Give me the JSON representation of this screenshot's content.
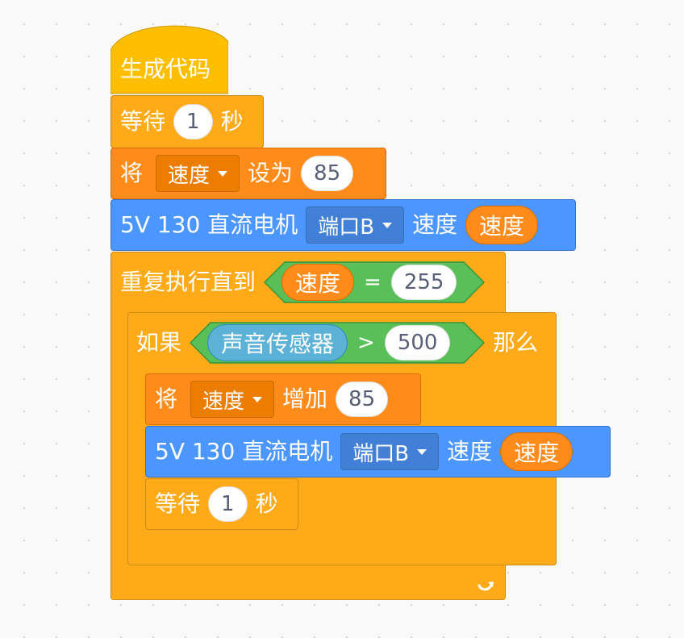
{
  "hat": {
    "label": "生成代码"
  },
  "wait1": {
    "label_pre": "等待",
    "value": "1",
    "label_post": "秒"
  },
  "set_var": {
    "label_pre": "将",
    "variable": "速度",
    "label_mid": "设为",
    "value": "85"
  },
  "motor1": {
    "label": "5V 130 直流电机",
    "port": "端口B",
    "speed_label": "速度",
    "speed_reporter": "速度"
  },
  "repeat_until": {
    "label": "重复执行直到",
    "condition": {
      "left": "速度",
      "op": "=",
      "right": "255"
    }
  },
  "if_block": {
    "label_pre": "如果",
    "condition": {
      "left": "声音传感器",
      "op": ">",
      "right": "500"
    },
    "label_post": "那么"
  },
  "change_var": {
    "label_pre": "将",
    "variable": "速度",
    "label_mid": "增加",
    "value": "85"
  },
  "motor2": {
    "label": "5V 130 直流电机",
    "port": "端口B",
    "speed_label": "速度",
    "speed_reporter": "速度"
  },
  "wait2": {
    "label_pre": "等待",
    "value": "1",
    "label_post": "秒"
  },
  "icons": {
    "loop_arrow": "loop-arrow-icon",
    "dropdown": "dropdown-arrow-icon"
  },
  "colors": {
    "events": "#ffbf00",
    "control": "#ffab19",
    "variables": "#ff8c1a",
    "extension": "#4c97ff",
    "operators": "#59c059",
    "sensing": "#5cb1d6"
  }
}
